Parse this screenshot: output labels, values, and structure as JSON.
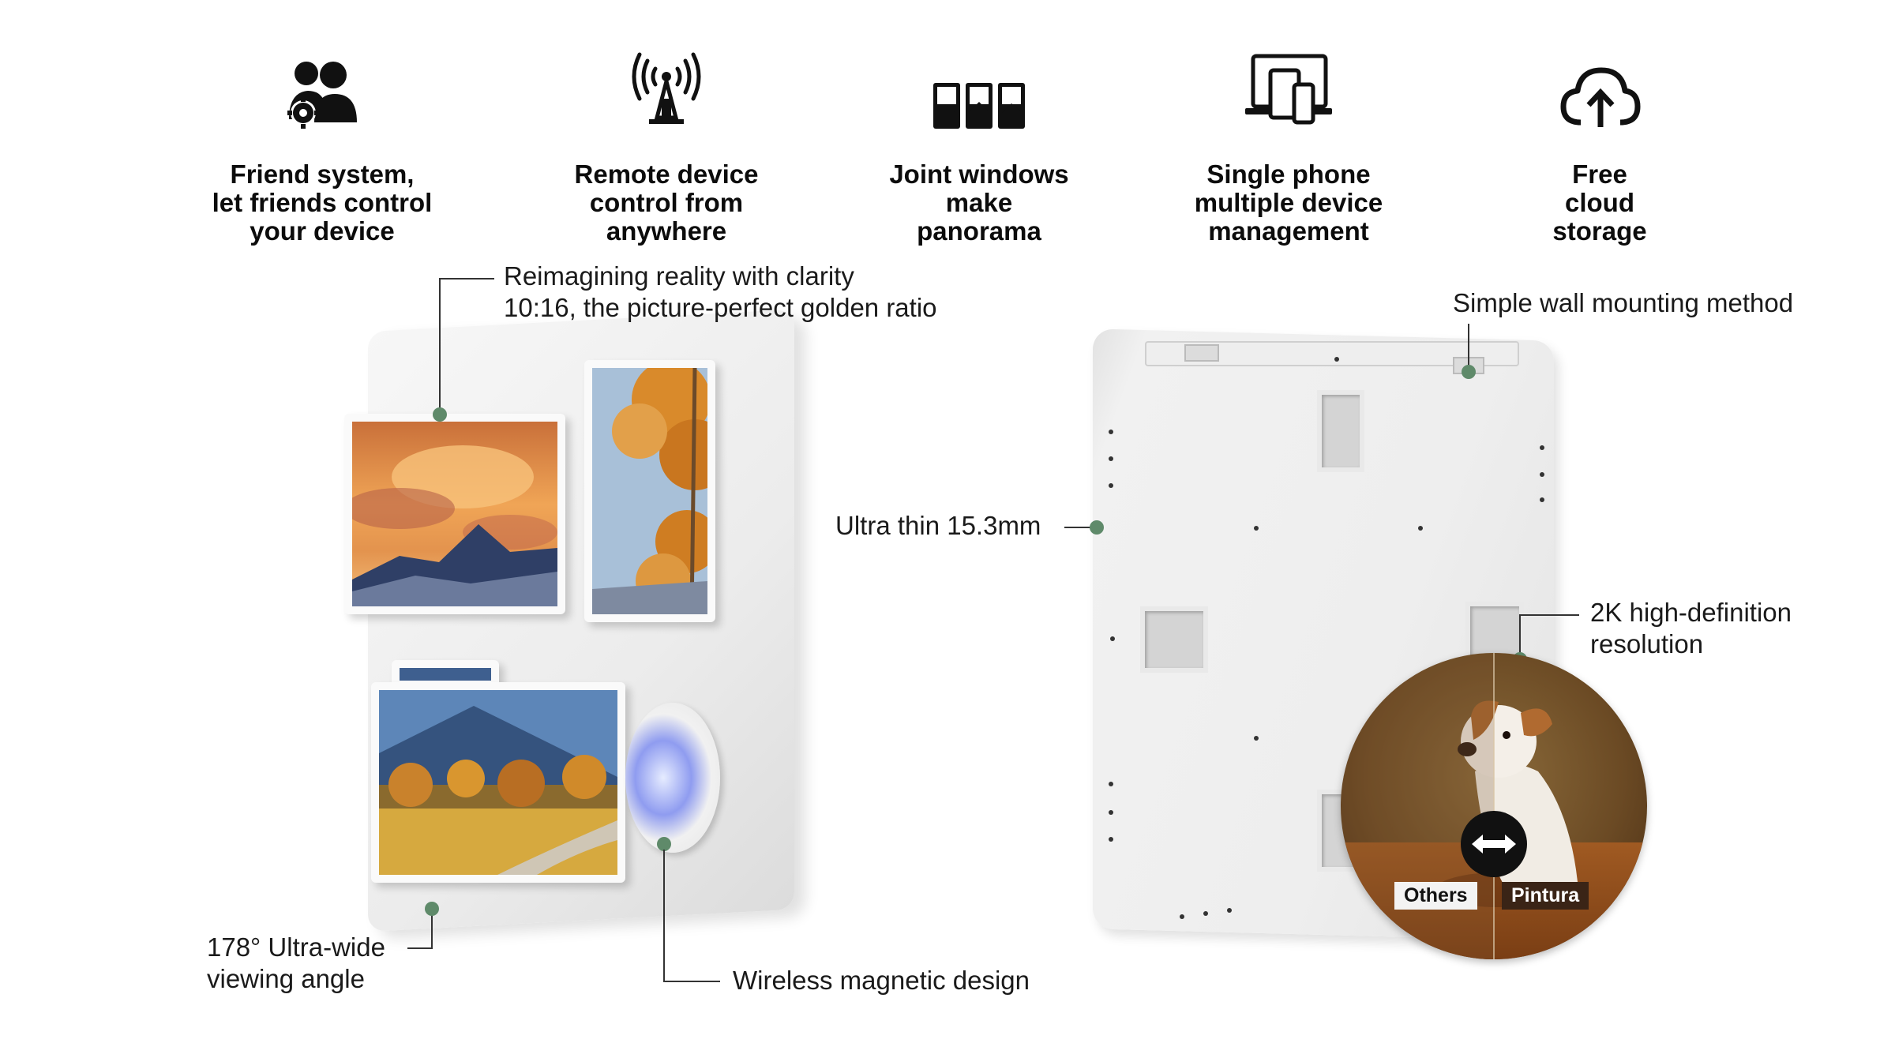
{
  "features": [
    {
      "icon": "friends-gear-icon",
      "label": "Friend system,\nlet friends control\nyour device"
    },
    {
      "icon": "remote-antenna-icon",
      "label": "Remote device\ncontrol from\nanywhere"
    },
    {
      "icon": "joint-windows-icon",
      "label": "Joint windows\nmake\npanorama"
    },
    {
      "icon": "multi-device-icon",
      "label": "Single phone\nmultiple device\nmanagement"
    },
    {
      "icon": "cloud-upload-icon",
      "label": "Free\ncloud\nstorage"
    }
  ],
  "callouts": {
    "clarity_line1": "Reimagining reality with clarity",
    "clarity_line2": "10:16, the picture-perfect golden ratio",
    "viewing_line1": "178° Ultra-wide",
    "viewing_line2": "viewing angle",
    "magnetic": "Wireless magnetic design",
    "thin": "Ultra thin 15.3mm",
    "mounting": "Simple wall mounting method",
    "resolution_line1": "2K high-definition",
    "resolution_line2": "resolution"
  },
  "compare": {
    "left_label": "Others",
    "right_label": "Pintura",
    "swap_icon": "left-right-arrow-icon"
  },
  "colors": {
    "accent_dot": "#5f8a6a",
    "text": "#111111"
  }
}
